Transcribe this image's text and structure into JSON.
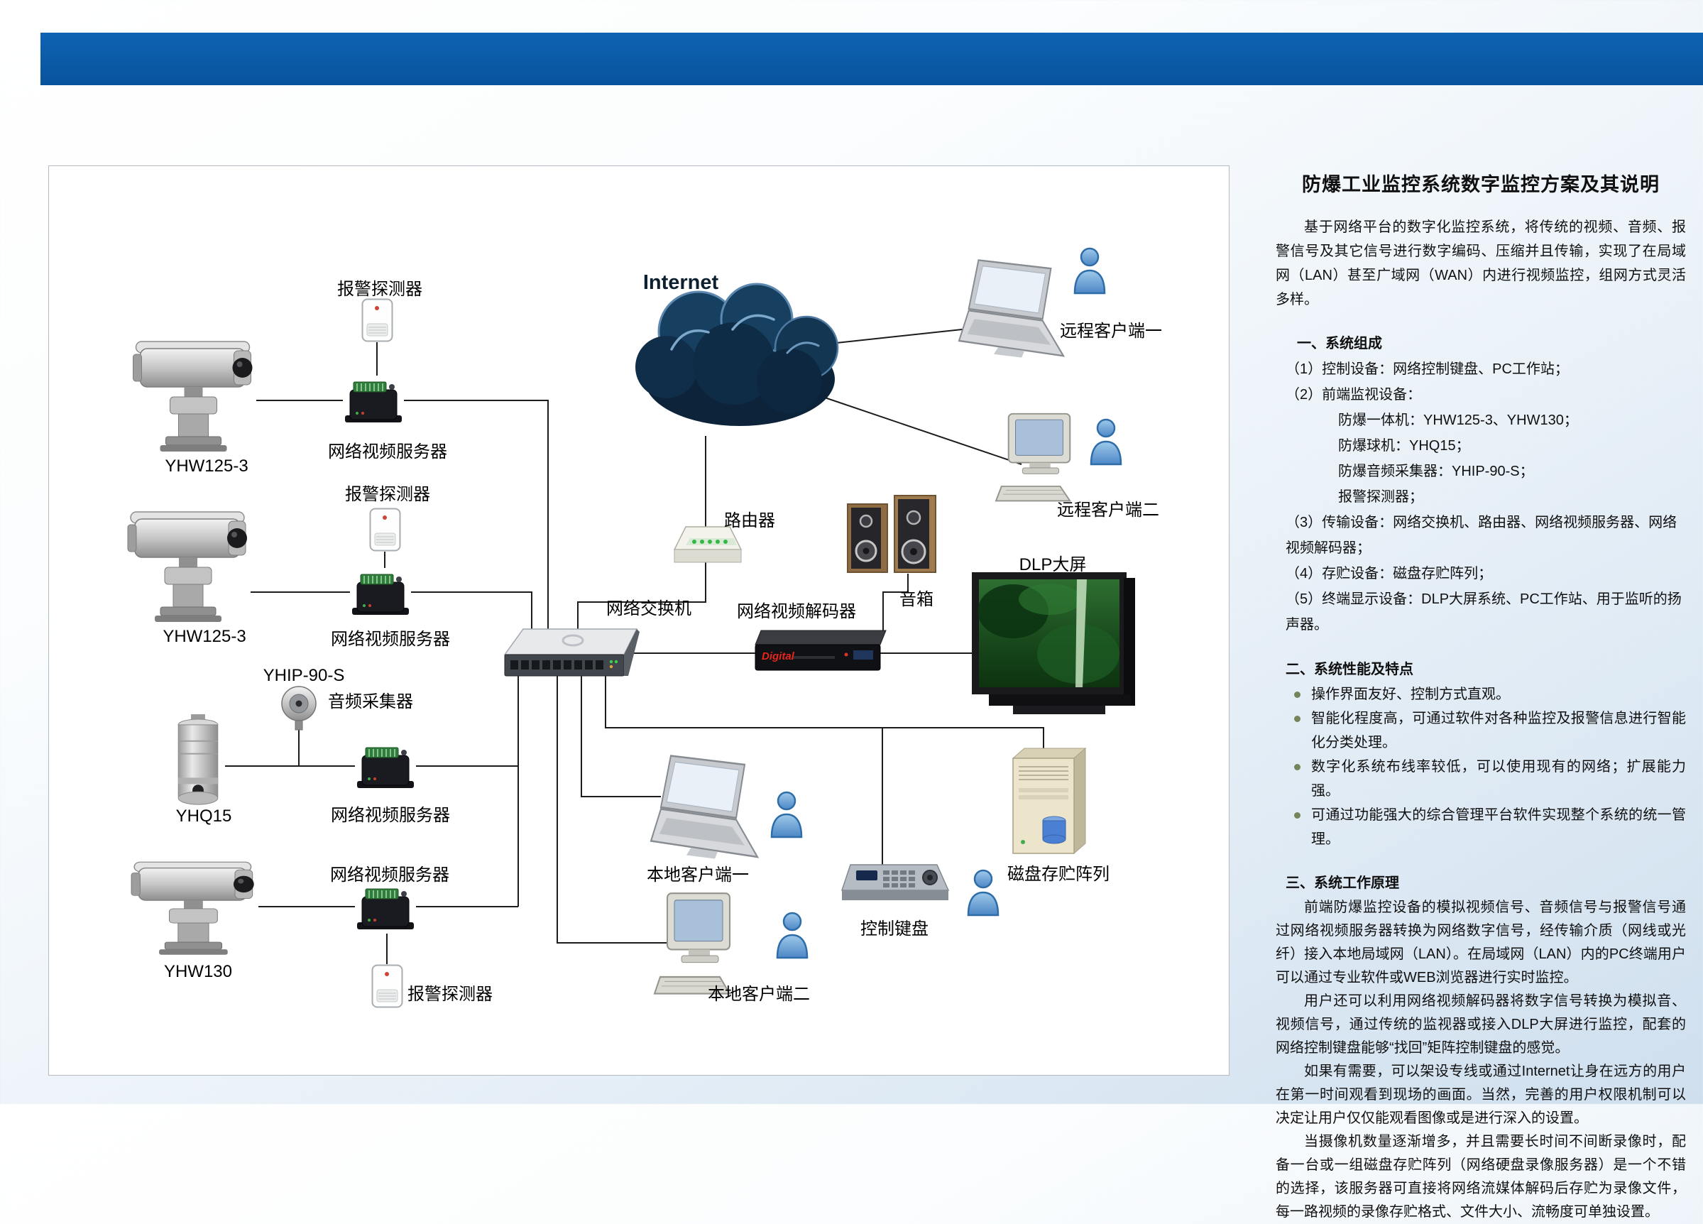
{
  "colors": {
    "header_bar": "#0a58a6",
    "cloud_navy": "#12395c",
    "person_blue": "#5b9bd5",
    "led_green": "#35c24a",
    "brand_red": "#e8251a"
  },
  "article": {
    "title": "防爆工业监控系统数字监控方案及其说明",
    "intro": "基于网络平台的数字化监控系统，将传统的视频、音频、报警信号及其它信号进行数字编码、压缩并且传输，实现了在局域网（LAN）甚至广域网（WAN）内进行视频监控，组网方式灵活多样。",
    "sections": [
      {
        "heading": "一、系统组成",
        "items": [
          "（1）控制设备：网络控制键盘、PC工作站；",
          "（2）前端监视设备：",
          "防爆一体机：YHW125-3、YHW130；",
          "防爆球机：YHQ15；",
          "防爆音频采集器：YHIP-90-S；",
          "报警探测器；",
          "（3）传输设备：网络交换机、路由器、网络视频服务器、网络视频解码器；",
          "（4）存贮设备：磁盘存贮阵列；",
          "（5）终端显示设备：DLP大屏系统、PC工作站、用于监听的扬声器。"
        ]
      },
      {
        "heading": "二、系统性能及特点",
        "bullets": [
          "操作界面友好、控制方式直观。",
          "智能化程度高，可通过软件对各种监控及报警信息进行智能化分类处理。",
          "数字化系统布线率较低，可以使用现有的网络；扩展能力强。",
          "可通过功能强大的综合管理平台软件实现整个系统的统一管理。"
        ]
      },
      {
        "heading": "三、系统工作原理",
        "paragraphs": [
          "前端防爆监控设备的模拟视频信号、音频信号与报警信号通过网络视频服务器转换为网络数字信号，经传输介质（网线或光纤）接入本地局域网（LAN）。在局域网（LAN）内的PC终端用户可以通过专业软件或WEB浏览器进行实时监控。",
          "用户还可以利用网络视频解码器将数字信号转换为模拟音、视频信号，通过传统的监视器或接入DLP大屏进行监控，配套的网络控制键盘能够“找回”矩阵控制键盘的感觉。",
          "如果有需要，可以架设专线或通过Internet让身在远方的用户在第一时间观看到现场的画面。当然，完善的用户权限机制可以决定让用户仅仅能观看图像或是进行深入的设置。",
          "当摄像机数量逐渐增多，并且需要长时间不间断录像时，配备一台或一组磁盘存贮阵列（网络硬盘录像服务器）是一个不错的选择，该服务器可直接将网络流媒体解码后存贮为录像文件，每一路视频的录像存贮格式、文件大小、流畅度可单独设置。"
        ]
      }
    ]
  },
  "diagram": {
    "internet_label": "Internet",
    "router_label": "路由器",
    "switch_label": "网络交换机",
    "decoder_label": "网络视频解码器",
    "decoder_brand": "Digital",
    "speakers_label": "音箱",
    "dlp_label": "DLP大屏",
    "remote_client1_label": "远程客户端一",
    "remote_client2_label": "远程客户端二",
    "local_client1_label": "本地客户端一",
    "local_client2_label": "本地客户端二",
    "keyboard_label": "控制键盘",
    "disk_array_label": "磁盘存贮阵列",
    "camera1_label": "YHW125-3",
    "camera2_label": "YHW125-3",
    "camera3_label": "YHQ15",
    "camera4_label": "YHW130",
    "audio_model_label": "YHIP-90-S",
    "audio_collector_label": "音频采集器",
    "alarm_detector1_label": "报警探测器",
    "alarm_detector2_label": "报警探测器",
    "alarm_detector3_label": "报警探测器",
    "video_server1_label": "网络视频服务器",
    "video_server2_label": "网络视频服务器",
    "video_server3_label": "网络视频服务器",
    "video_server4_label": "网络视频服务器"
  }
}
